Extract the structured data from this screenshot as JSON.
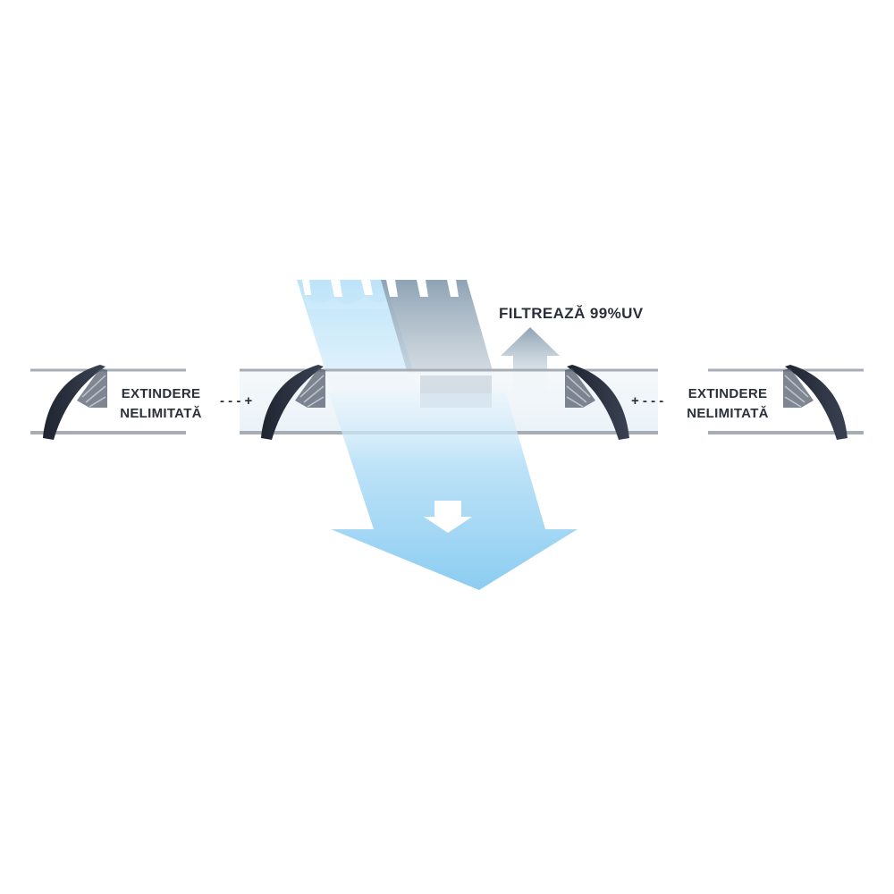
{
  "labels": {
    "extension_left": [
      "EXTINDERE",
      "NELIMITATĂ"
    ],
    "extension_right": [
      "EXTINDERE",
      "NELIMITATĂ"
    ],
    "connector_left": "- - - +",
    "connector_right": "+ - - -",
    "uv_filter": "FILTREAZĂ 99%UV"
  },
  "colors": {
    "light_blue": "#a9d9f5",
    "grey_blue": "#8fa3b4",
    "bracket": "#2b3240",
    "rail": "#a7adb5",
    "text": "#2a2f3a"
  },
  "icons": {
    "bracket": "canopy-bracket-icon",
    "light_arrow": "sunlight-arrow-icon",
    "uv_arrow": "uv-reflection-arrow-icon"
  }
}
